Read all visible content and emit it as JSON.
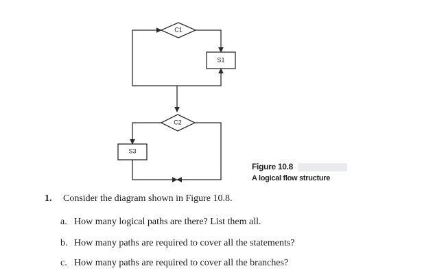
{
  "figure": {
    "nodes": {
      "c1": "C1",
      "s1": "S1",
      "c2": "C2",
      "s3": "S3"
    },
    "caption_number": "Figure 10.8",
    "caption_title": "A logical flow structure"
  },
  "questions": {
    "main": {
      "number": "1.",
      "text": "Consider the diagram shown in Figure 10.8."
    },
    "parts": [
      {
        "letter": "a.",
        "text": "How many logical paths are there? List them all."
      },
      {
        "letter": "b.",
        "text": "How many paths are required to cover all the statements?"
      },
      {
        "letter": "c.",
        "text": "How many paths are required to cover all the branches?"
      }
    ]
  },
  "colors": {
    "line": "#2a2a2a",
    "text": "#1a1a1a"
  }
}
